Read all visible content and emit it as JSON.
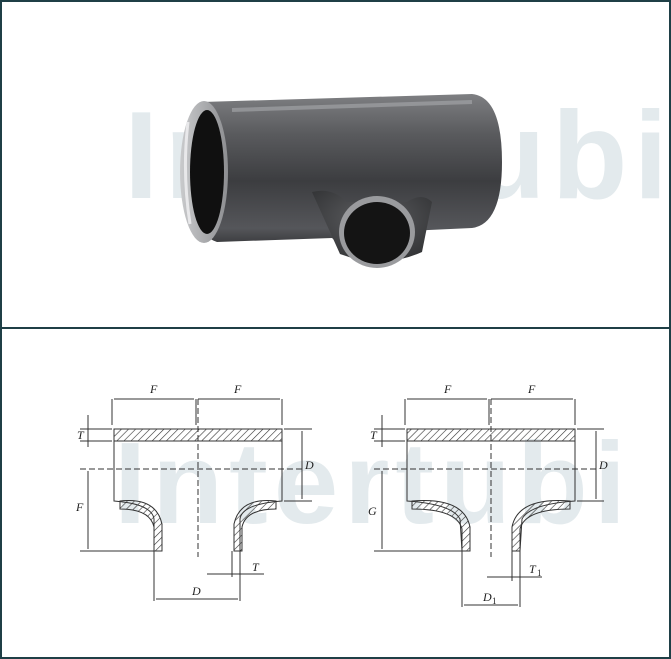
{
  "watermark": {
    "text": "Intertubi"
  },
  "photo": {
    "subject": "reducing-tee-fitting"
  },
  "drawings": {
    "left": {
      "label_F_1": "F",
      "label_F_2": "F",
      "label_T": "T",
      "label_D_right": "D",
      "label_F_side": "F",
      "label_T_bottom": "T",
      "label_D_bottom": "D"
    },
    "right": {
      "label_F_1": "F",
      "label_F_2": "F",
      "label_T": "T",
      "label_D_right": "D",
      "label_G_side": "G",
      "label_T1_bottom": "T",
      "label_T1_sub": "1",
      "label_D1_bottom": "D",
      "label_D1_sub": "1"
    }
  },
  "colors": {
    "border": "#1f3f46",
    "watermark": "#dfe7ea",
    "metal_dark": "#3a3b3d",
    "metal_light": "#8c8d90"
  }
}
